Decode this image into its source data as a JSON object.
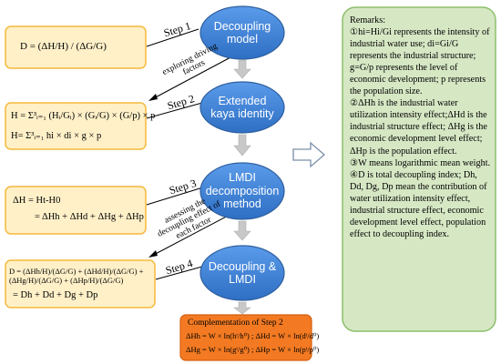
{
  "colors": {
    "box_fill": "#fff0c8",
    "box_stroke": "#f6b93b",
    "ellipse_fill": "#3c7fd1",
    "ellipse_stroke": "#2f5f9e",
    "remarks_fill": "#d6e7c4",
    "remarks_stroke": "#8cbf6a",
    "complement_fill": "#f37a22",
    "arrow_gray": "#c8c8c8"
  },
  "center": {
    "decoupling_model": "Decoupling model",
    "extended_kaya": "Extended kaya identity",
    "lmdi": "LMDI decomposition method",
    "decoupling_lmdi": "Decoupling & LMDI"
  },
  "steps": {
    "step1": "Step 1",
    "step2": "Step 2",
    "step3": "Step 3",
    "step4": "Step 4"
  },
  "diagonal_labels": {
    "exploring": "exploring driving factors",
    "assessing": "assessing the decoupling effect of each factor"
  },
  "formulas": {
    "f1": "D = (ΔH/H) / (ΔG/G)",
    "f2_line1": "H = Σ³ᵢ₌₁ (Hᵢ/Gᵢ) × (Gᵢ/G) × (G/p) × p",
    "f2_line2": "H= Σ³ᵢ₌₁ hi × di × g × p",
    "f3_line1": "ΔH = Ht-H0",
    "f3_line2": "= ΔHh + ΔHd + ΔHg + ΔHp",
    "f4_line1": "D = (ΔHh/H)/(ΔG/G) + (ΔHd/H)/(ΔG/G) + (ΔHg/H)/(ΔG/G) + (ΔHp/H)/(ΔG/G)",
    "f4_line2": "= Dh + Dd + Dg + Dp"
  },
  "complement": {
    "title": "Complementation of Step 2",
    "line1": "ΔHh = W × ln(hᵗ/h⁰) ; ΔHd = W × ln(dᵗ/d⁰)",
    "line2": "ΔHg = W × ln(gᵗ/g⁰) ; ΔHp = W × ln(pᵗ/p⁰)"
  },
  "remarks": {
    "title": "Remarks:",
    "r1": "①hi=Hi/Gi represents the intensity of industrial water use; di=Gi/G represents the industrial structure; g=G/p represents the level of economic development; p represents the population size.",
    "r2": "②ΔHh is the industrial water utilization intensity effect;ΔHd is the industrial structure effect; ΔHg is the economic development level effect; ΔHp is the population effect.",
    "r3": "③W means logarithmic mean weight.",
    "r4": "④D is total decoupling index; Dh, Dd, Dg, Dp mean the contribution of water utilization intensity effect, industrial structure effect, economic development level effect, population effect to decoupling index."
  }
}
